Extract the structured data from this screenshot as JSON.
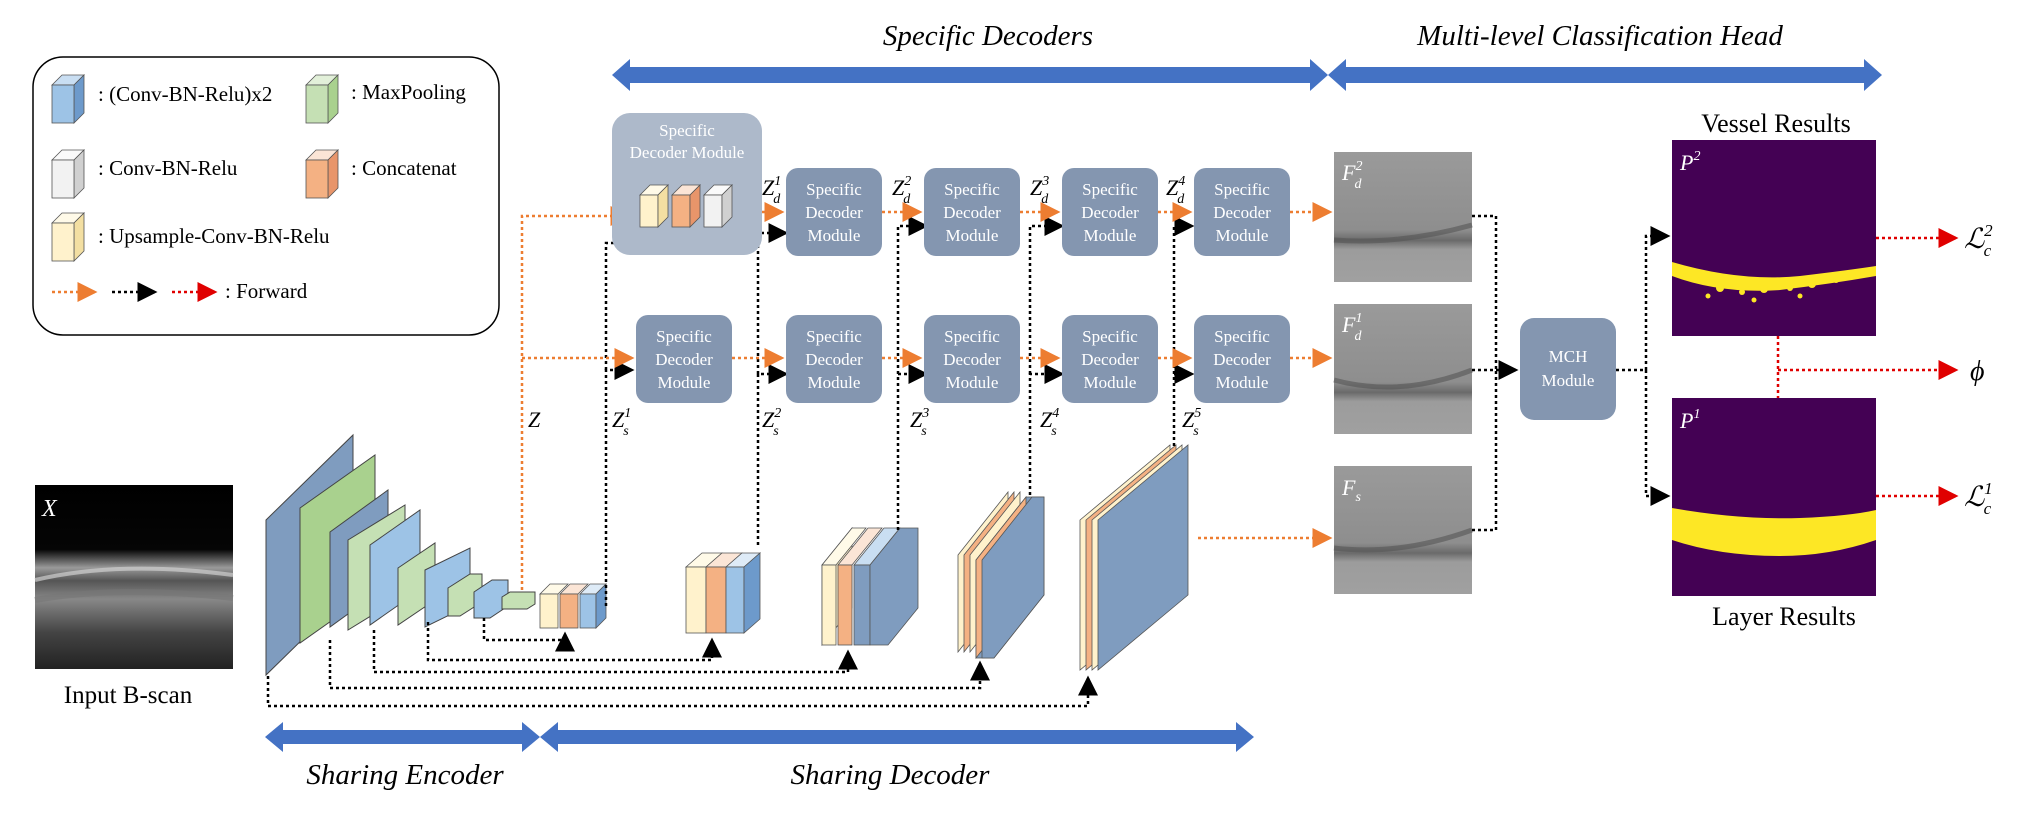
{
  "legend": {
    "items": [
      {
        "label": ": (Conv-BN-Relu)x2",
        "icon": "blue-cube-icon"
      },
      {
        "label": ": MaxPooling",
        "icon": "green-cube-icon"
      },
      {
        "label": ": Conv-BN-Relu",
        "icon": "white-cube-icon"
      },
      {
        "label": ": Concatenat",
        "icon": "peach-cube-icon"
      },
      {
        "label": ": Upsample-Conv-BN-Relu",
        "icon": "cream-cube-icon"
      }
    ],
    "forward_label": ": Forward"
  },
  "section_labels": {
    "specific_decoders": "Specific Decoders",
    "mch_head": "Multi-level Classification Head",
    "sharing_encoder": "Sharing Encoder",
    "sharing_decoder": "Sharing Decoder"
  },
  "input": {
    "symbol": "X",
    "caption": "Input B-scan"
  },
  "modules": {
    "specific_decoder_module_line1": "Specific",
    "specific_decoder_module_line2": "Decoder Module",
    "sd_line1": "Specific",
    "sd_line2": "Decoder",
    "sd_line3": "Module",
    "mch_line1": "MCH",
    "mch_line2": "Module"
  },
  "symbols": {
    "z": "Z",
    "zd": [
      "Z",
      "Z",
      "Z",
      "Z"
    ],
    "zd_sup": [
      "1",
      "2",
      "3",
      "4"
    ],
    "zd_sub": "d",
    "zs": [
      "Z",
      "Z",
      "Z",
      "Z",
      "Z"
    ],
    "zs_sup": [
      "1",
      "2",
      "3",
      "4",
      "5"
    ],
    "zs_sub": "s",
    "fd2": {
      "base": "F",
      "sub": "d",
      "sup": "2"
    },
    "fd1": {
      "base": "F",
      "sub": "d",
      "sup": "1"
    },
    "fs": {
      "base": "F",
      "sub": "s"
    },
    "p2": {
      "base": "P",
      "sup": "2"
    },
    "p1": {
      "base": "P",
      "sup": "1"
    },
    "lc2": {
      "base": "ℒ",
      "sub": "c",
      "sup": "2"
    },
    "lc1": {
      "base": "ℒ",
      "sub": "c",
      "sup": "1"
    },
    "phi": "ϕ"
  },
  "results": {
    "vessel": "Vessel Results",
    "layer": "Layer Results"
  },
  "colors": {
    "blue_arrow": "#4472c4",
    "module_fill": "#8496b0",
    "module_big_fill": "#adb9ca",
    "orange_arrow": "#ed7d31",
    "red_arrow": "#e00000",
    "map_purple": "#440154",
    "map_yellow": "#fde725",
    "cube_blue": "#9dc3e6",
    "cube_green": "#c5e0b4",
    "cube_peach": "#f4b183",
    "cube_cream": "#fff2cc",
    "cube_white": "#f2f2f2",
    "slab_blue": "#7f9cbf"
  }
}
